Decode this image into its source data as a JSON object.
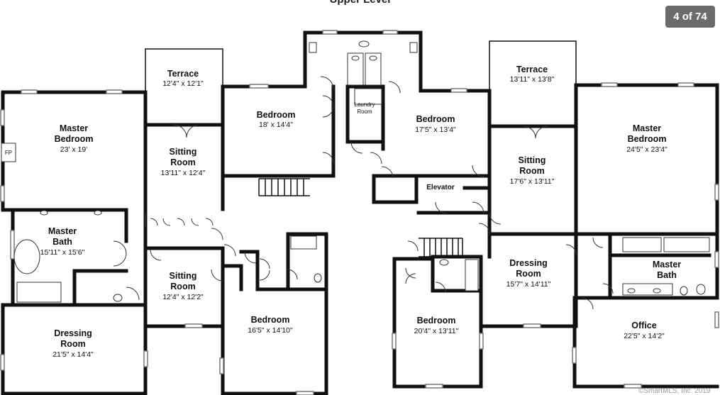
{
  "title": "Upper Level",
  "counter": "4 of 74",
  "credit": "©SmartMLS, Inc. 2019",
  "fireplace_label": "FP",
  "rooms": [
    {
      "name": "Terrace",
      "dim": "12'4\" x 12'1\""
    },
    {
      "name": "Terrace",
      "dim": "13'11\" x 13'8\""
    },
    {
      "name": "Master",
      "name2": "Bedroom",
      "dim": "23' x 19'"
    },
    {
      "name": "Bedroom",
      "dim": "18' x 14'4\""
    },
    {
      "name": "Laundry",
      "name2": "Room"
    },
    {
      "name": "Bedroom",
      "dim": "17'5\" x 13'4\""
    },
    {
      "name": "Master",
      "name2": "Bedroom",
      "dim": "24'5\" x 23'4\""
    },
    {
      "name": "Sitting",
      "name2": "Room",
      "dim": "13'11\" x 12'4\""
    },
    {
      "name": "Sitting",
      "name2": "Room",
      "dim": "17'6\" x 13'11\""
    },
    {
      "name": "Elevator"
    },
    {
      "name": "Master",
      "name2": "Bath",
      "dim": "15'11\" x 15'6\""
    },
    {
      "name": "Sitting",
      "name2": "Room",
      "dim": "12'4\" x 12'2\""
    },
    {
      "name": "Dressing",
      "name2": "Room",
      "dim": "15'7\" x 14'11\""
    },
    {
      "name": "Master",
      "name2": "Bath"
    },
    {
      "name": "Bedroom",
      "dim": "16'5\" x 14'10\""
    },
    {
      "name": "Bedroom",
      "dim": "20'4\" x 13'11\""
    },
    {
      "name": "Office",
      "dim": "22'5\" x 14'2\""
    },
    {
      "name": "Dressing",
      "name2": "Room",
      "dim": "21'5\" x 14'4\""
    }
  ]
}
